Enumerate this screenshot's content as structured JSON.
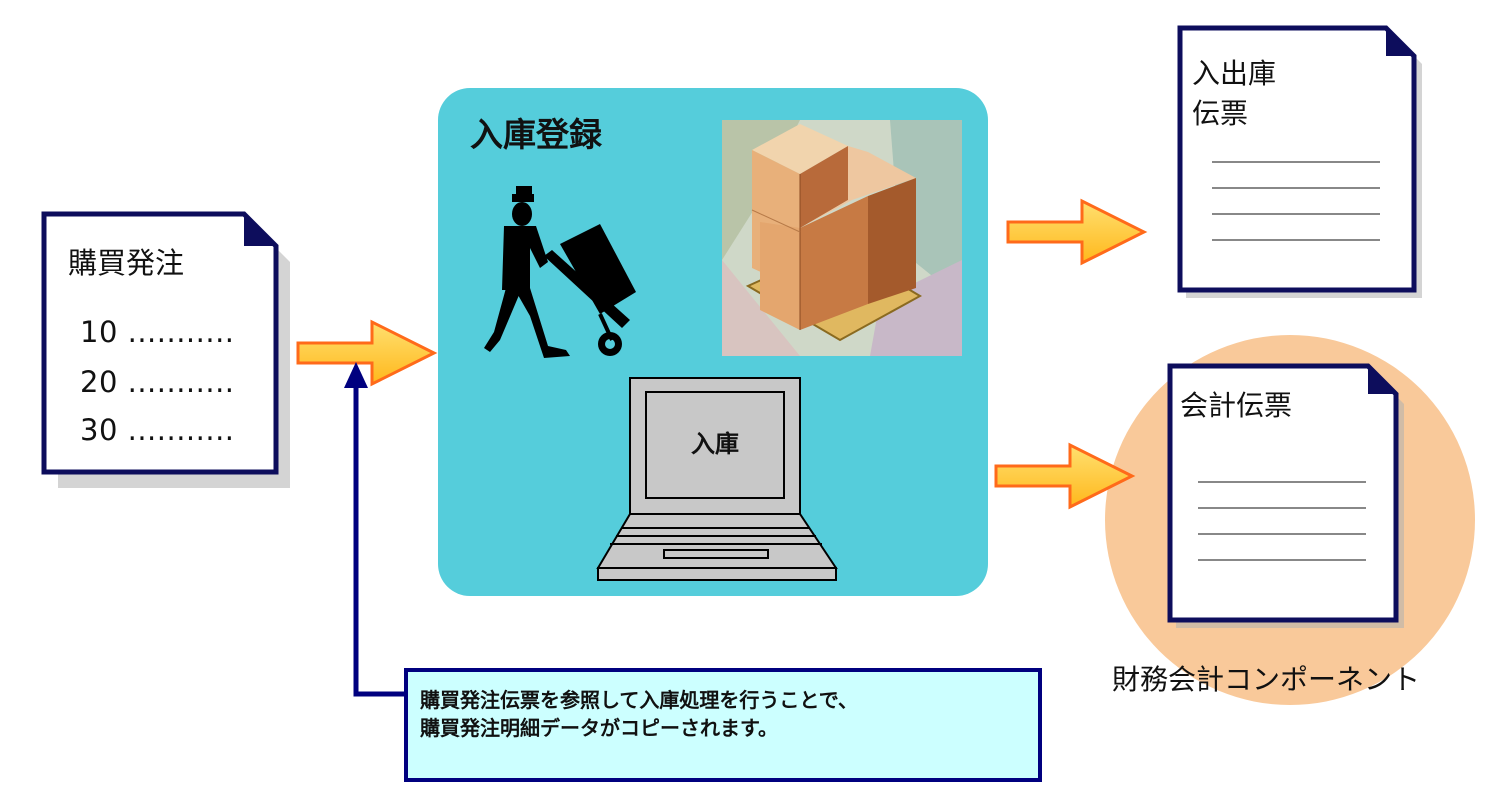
{
  "purchase_order": {
    "title": "購買発注",
    "lines": [
      "10 ...........",
      "20 ...........",
      "30 ..........."
    ]
  },
  "goods_receipt": {
    "title": "入庫登録",
    "screen_label": "入庫"
  },
  "outputs": {
    "inventory_slip_title": [
      "入出庫",
      "伝票"
    ],
    "accounting_slip_title": "会計伝票",
    "component_caption": "財務会計コンポーネント"
  },
  "note": {
    "lines": [
      "購買発注伝票を参照して入庫処理を行うことで、",
      "購買発注明細データがコピーされます。"
    ]
  },
  "colors": {
    "panel": "#55cddb",
    "document_border": "#0d0d5c",
    "arrow_fill": "#ffcc33",
    "arrow_stroke": "#ff6a1a",
    "callout_line": "#00007f",
    "note_fill": "#ccffff",
    "finance_circle": "#f9c99a"
  },
  "icons": [
    "worker-with-handtruck-icon",
    "boxes-on-pallet-image",
    "laptop-icon"
  ]
}
